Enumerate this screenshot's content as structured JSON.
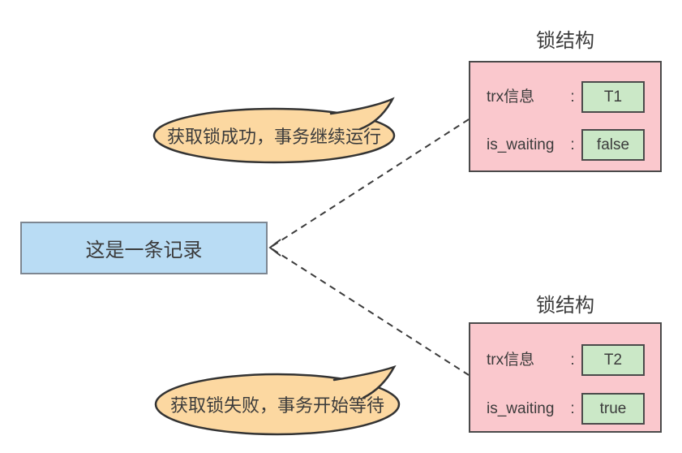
{
  "record": {
    "label": "这是一条记录"
  },
  "bubbles": [
    {
      "text": "获取锁成功，事务继续运行"
    },
    {
      "text": "获取锁失败，事务开始等待"
    }
  ],
  "lock_structures": [
    {
      "title": "锁结构",
      "rows": [
        {
          "label": "trx信息",
          "separator": ":",
          "value": "T1"
        },
        {
          "label": "is_waiting",
          "separator": ":",
          "value": "false"
        }
      ]
    },
    {
      "title": "锁结构",
      "rows": [
        {
          "label": "trx信息",
          "separator": ":",
          "value": "T2"
        },
        {
          "label": "is_waiting",
          "separator": ":",
          "value": "true"
        }
      ]
    }
  ],
  "colors": {
    "record_fill": "#b9dcf4",
    "record_border": "#7d8691",
    "bubble_fill": "#fcd8a1",
    "lock_box_fill": "#fac8cd",
    "value_box_fill": "#cbe8c7",
    "outline": "#4a4a4a",
    "text": "#3b3b3b"
  }
}
